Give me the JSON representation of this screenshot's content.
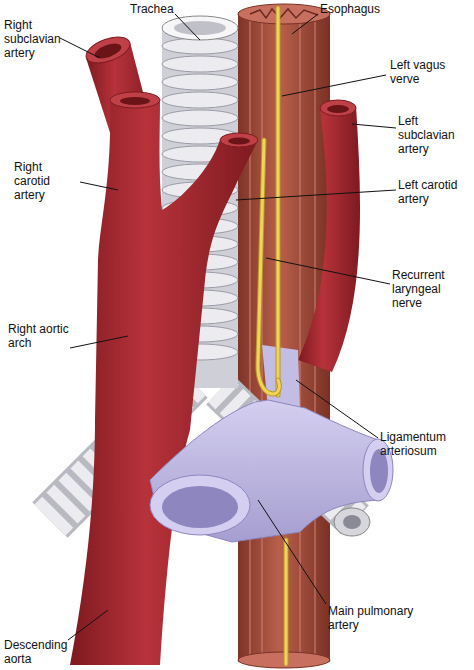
{
  "diagram": {
    "labels": [
      "Trachea",
      "Esophagus",
      "Right subclavian artery",
      "Left vagus verve",
      "Left subclavian artery",
      "Right carotid artery",
      "Left carotid artery",
      "Recurrent laryngeal nerve",
      "Right aortic arch",
      "Ligamentum arteriosum",
      "Main pulmonary artery",
      "Descending aorta"
    ]
  }
}
